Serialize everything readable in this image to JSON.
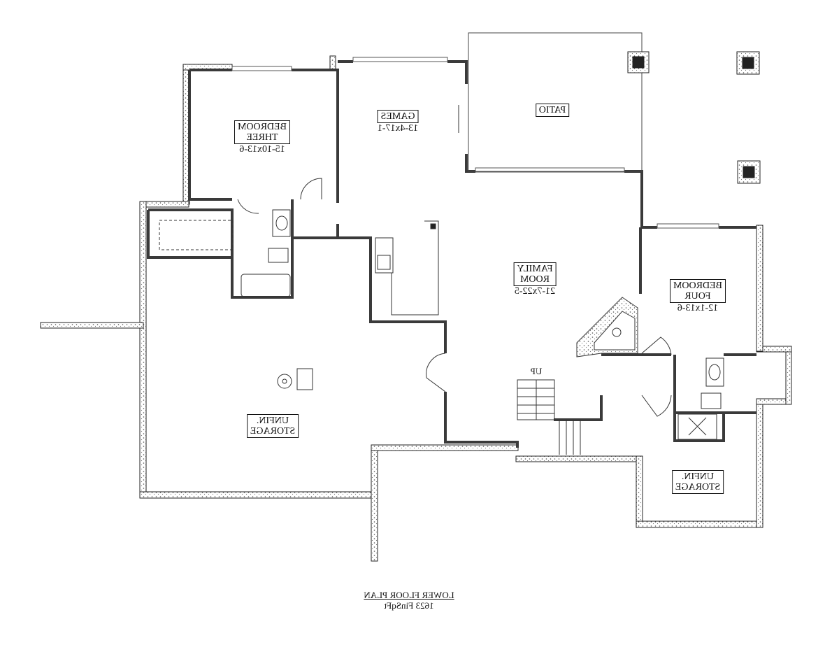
{
  "plan": {
    "title": "LOWER FLOOR PLAN",
    "subtitle": "1623 FinSqFt",
    "rooms": [
      {
        "name": "BEDROOM THREE",
        "line1": "BEDROOM",
        "line2": "THREE",
        "dims": "15-10x13-6"
      },
      {
        "name": "GAMES",
        "line1": "GAMES",
        "dims": "13-4x17-1"
      },
      {
        "name": "PATIO",
        "line1": "PATIO"
      },
      {
        "name": "FAMILY ROOM",
        "line1": "FAMILY",
        "line2": "ROOM",
        "dims": "21-7x22-5"
      },
      {
        "name": "BEDROOM FOUR",
        "line1": "BEDROOM",
        "line2": "FOUR",
        "dims": "12-1x13-6"
      },
      {
        "name": "UNFIN. STORAGE",
        "line1": "UNFIN.",
        "line2": "STORAGE"
      },
      {
        "name": "UNFIN. STORAGE",
        "line1": "UNFIN.",
        "line2": "STORAGE"
      }
    ],
    "stair_label": "UP",
    "wall_color": "#3a3a3a"
  }
}
